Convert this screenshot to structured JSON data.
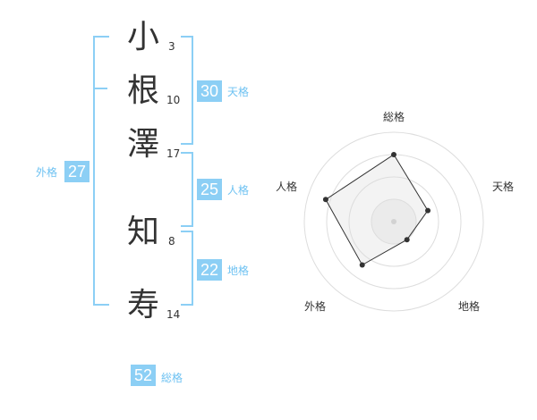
{
  "name": {
    "surname": [
      {
        "char": "小",
        "strokes": "3"
      },
      {
        "char": "根",
        "strokes": "10"
      },
      {
        "char": "澤",
        "strokes": "17"
      }
    ],
    "given": [
      {
        "char": "知",
        "strokes": "8"
      },
      {
        "char": "寿",
        "strokes": "14"
      }
    ]
  },
  "fortunes": {
    "tenkaku": {
      "value": "30",
      "label": "天格"
    },
    "jinkaku": {
      "value": "25",
      "label": "人格"
    },
    "chikaku": {
      "value": "22",
      "label": "地格"
    },
    "gaikaku": {
      "value": "27",
      "label": "外格"
    },
    "soukaku": {
      "value": "52",
      "label": "総格"
    }
  },
  "colors": {
    "accent": "#8ccff5",
    "accent_text": "#6ec2f2",
    "text": "#333333"
  },
  "chart_data": {
    "type": "radar",
    "axes": [
      "総格",
      "天格",
      "地格",
      "外格",
      "人格"
    ],
    "values": [
      0.75,
      0.4,
      0.25,
      0.6,
      0.8
    ],
    "scale": {
      "min": 0,
      "max": 1,
      "rings": 4
    }
  }
}
